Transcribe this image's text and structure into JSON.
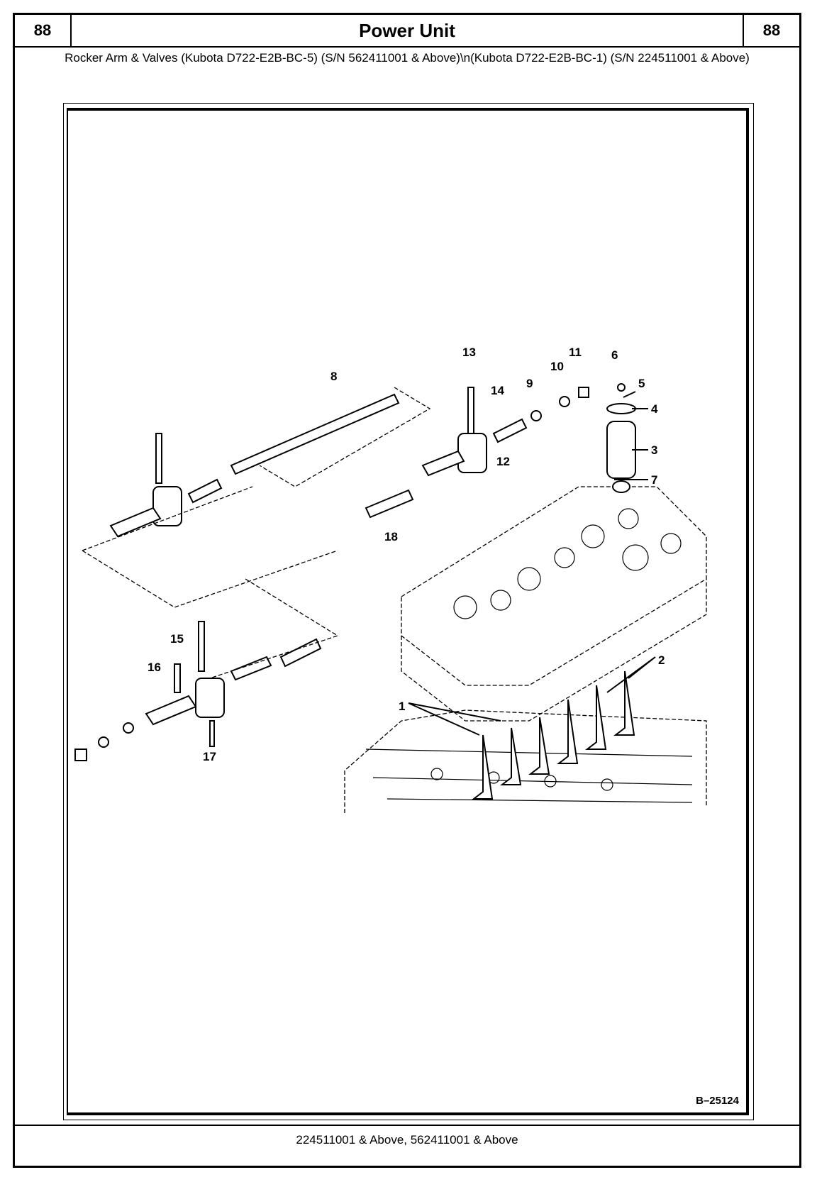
{
  "header": {
    "page_number_left": "88",
    "title": "Power Unit",
    "page_number_right": "88"
  },
  "subtitle": "Rocker Arm & Valves (Kubota D722-E2B-BC-5) (S/N 562411001 & Above)\\n(Kubota D722-E2B-BC-1) (S/N 224511001 & Above)",
  "figure": {
    "code": "B–25124",
    "callouts": [
      "1",
      "2",
      "3",
      "4",
      "5",
      "6",
      "7",
      "8",
      "9",
      "10",
      "11",
      "12",
      "13",
      "14",
      "15",
      "16",
      "17",
      "18"
    ]
  },
  "footer": "224511001 & Above, 562411001 & Above"
}
